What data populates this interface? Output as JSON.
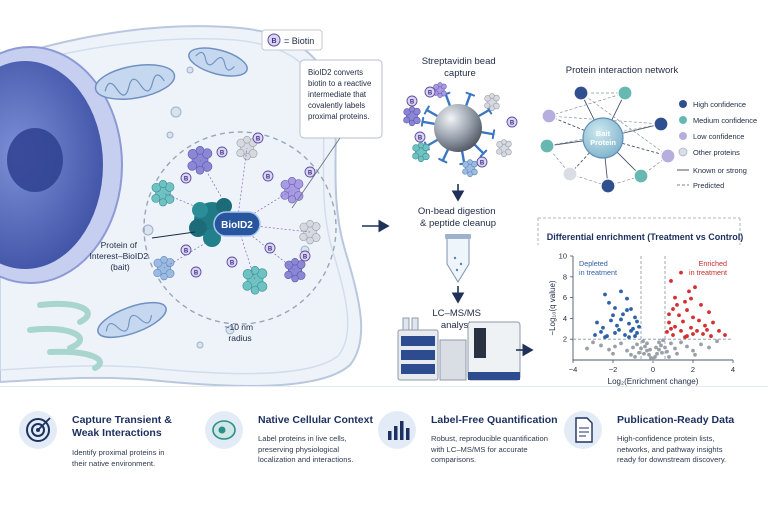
{
  "legend_biotin": {
    "badge": "B",
    "text": "= Biotin"
  },
  "callout": {
    "text": [
      "BioID2 converts",
      "biotin to a reactive",
      "intermediate that",
      "covalently labels",
      "proximal proteins."
    ]
  },
  "bioid2_label": "BioID2",
  "bait_label": [
    "Protein of",
    "Interest–BioID2",
    "(bait)"
  ],
  "radius_label": [
    "~10 nm",
    "radius"
  ],
  "capture_title": [
    "Streptavidin bead",
    "capture"
  ],
  "digestion_label": [
    "On-bead digestion",
    "& peptide cleanup"
  ],
  "ms_label": [
    "LC–MS/MS",
    "analysis"
  ],
  "network": {
    "title": "Protein interaction network",
    "bait": [
      "Bait",
      "Protein"
    ],
    "legend": [
      "High confidence",
      "Medium confidence",
      "Low confidence",
      "Other proteins",
      "Known or strong",
      "Predicted"
    ],
    "colors": {
      "high": "#2f4f8f",
      "medium": "#67b8b0",
      "low": "#b7aee0",
      "other": "#d9dde5"
    }
  },
  "chart_data": {
    "type": "scatter",
    "title": "Differential enrichment (Treatment vs Control)",
    "xlabel": "Log₂(Enrichment change)",
    "ylabel": "−Log₁₀(q value)",
    "xlim": [
      -4,
      4
    ],
    "ylim": [
      0,
      10
    ],
    "xticks": [
      -4,
      -2,
      0,
      2,
      4
    ],
    "yticks": [
      2,
      4,
      6,
      8,
      10
    ],
    "threshold_x": [
      -0.6,
      0.6
    ],
    "threshold_y": 2,
    "annotations": [
      {
        "text": [
          "Depleted",
          "in treatment"
        ],
        "color": "#2f5fa8"
      },
      {
        "text": [
          "Enriched",
          "in treatment"
        ],
        "color": "#c62b2b"
      }
    ],
    "series": [
      {
        "color": "#2f62a8",
        "points": [
          [
            -2.4,
            6.3
          ],
          [
            -2.2,
            5.5
          ],
          [
            -1.9,
            5.0
          ],
          [
            -1.6,
            6.6
          ],
          [
            -1.3,
            5.9
          ],
          [
            -1.1,
            4.9
          ],
          [
            -0.9,
            4.1
          ],
          [
            -2.8,
            3.6
          ],
          [
            -2.5,
            3.1
          ],
          [
            -2.1,
            3.8
          ],
          [
            -1.8,
            3.3
          ],
          [
            -1.5,
            4.4
          ],
          [
            -1.2,
            3.5
          ],
          [
            -1.0,
            3.0
          ],
          [
            -0.8,
            2.6
          ],
          [
            -2.9,
            2.4
          ],
          [
            -2.6,
            2.7
          ],
          [
            -2.3,
            2.3
          ],
          [
            -1.9,
            2.6
          ],
          [
            -1.7,
            2.9
          ],
          [
            -1.4,
            2.4
          ],
          [
            -1.1,
            2.8
          ],
          [
            -0.9,
            2.3
          ],
          [
            -0.7,
            3.2
          ],
          [
            -1.3,
            4.8
          ],
          [
            -1.6,
            3.9
          ],
          [
            -2.0,
            4.3
          ],
          [
            -0.8,
            3.7
          ],
          [
            -1.2,
            2.2
          ],
          [
            -2.4,
            2.2
          ]
        ]
      },
      {
        "color": "#d43030",
        "points": [
          [
            0.9,
            7.6
          ],
          [
            1.4,
            8.4
          ],
          [
            1.8,
            6.6
          ],
          [
            2.1,
            7.0
          ],
          [
            1.1,
            6.0
          ],
          [
            1.6,
            5.6
          ],
          [
            2.4,
            5.3
          ],
          [
            2.8,
            4.6
          ],
          [
            1.0,
            4.9
          ],
          [
            1.3,
            4.3
          ],
          [
            1.7,
            4.8
          ],
          [
            2.0,
            4.1
          ],
          [
            2.3,
            3.8
          ],
          [
            2.6,
            3.3
          ],
          [
            3.0,
            3.6
          ],
          [
            3.3,
            2.8
          ],
          [
            0.8,
            3.6
          ],
          [
            1.1,
            3.2
          ],
          [
            1.5,
            3.7
          ],
          [
            1.9,
            3.1
          ],
          [
            2.2,
            2.8
          ],
          [
            2.5,
            2.5
          ],
          [
            2.9,
            2.3
          ],
          [
            0.7,
            2.7
          ],
          [
            1.0,
            2.4
          ],
          [
            1.4,
            2.8
          ],
          [
            1.7,
            2.3
          ],
          [
            2.0,
            2.5
          ],
          [
            1.2,
            5.3
          ],
          [
            1.9,
            5.9
          ],
          [
            0.8,
            4.4
          ],
          [
            2.7,
            2.9
          ],
          [
            3.6,
            2.4
          ],
          [
            1.6,
            2.2
          ],
          [
            0.9,
            3.0
          ]
        ]
      },
      {
        "color": "#9aa0a8",
        "points": [
          [
            -0.5,
            1.8
          ],
          [
            -0.4,
            1.3
          ],
          [
            -0.3,
            0.9
          ],
          [
            -0.2,
            0.5
          ],
          [
            -0.1,
            0.2
          ],
          [
            0.0,
            0.1
          ],
          [
            0.1,
            0.3
          ],
          [
            0.2,
            0.6
          ],
          [
            0.3,
            1.0
          ],
          [
            0.4,
            1.4
          ],
          [
            0.5,
            1.9
          ],
          [
            -0.6,
            1.1
          ],
          [
            -0.7,
            0.7
          ],
          [
            -0.8,
            1.5
          ],
          [
            -1.0,
            1.2
          ],
          [
            -1.3,
            0.9
          ],
          [
            -1.6,
            1.6
          ],
          [
            -1.9,
            1.3
          ],
          [
            -2.2,
            1.0
          ],
          [
            -2.6,
            1.4
          ],
          [
            -3.0,
            1.7
          ],
          [
            -3.3,
            1.1
          ],
          [
            0.6,
            1.2
          ],
          [
            0.7,
            0.8
          ],
          [
            0.9,
            1.6
          ],
          [
            1.1,
            1.1
          ],
          [
            1.4,
            1.7
          ],
          [
            1.7,
            1.3
          ],
          [
            2.0,
            0.9
          ],
          [
            2.4,
            1.5
          ],
          [
            2.8,
            1.2
          ],
          [
            3.2,
            1.8
          ],
          [
            -0.3,
            1.6
          ],
          [
            0.3,
            1.7
          ],
          [
            -0.15,
            1.0
          ],
          [
            0.15,
            1.2
          ],
          [
            -0.45,
            0.6
          ],
          [
            0.45,
            0.7
          ],
          [
            -1.1,
            0.5
          ],
          [
            1.2,
            0.6
          ],
          [
            -0.9,
            0.3
          ],
          [
            0.8,
            0.3
          ],
          [
            -2.0,
            0.6
          ],
          [
            2.1,
            0.5
          ]
        ]
      }
    ]
  },
  "features": [
    {
      "title": [
        "Capture Transient &",
        "Weak Interactions"
      ],
      "desc": [
        "Identify proximal proteins in",
        "their native environment."
      ]
    },
    {
      "title": [
        "Native Cellular Context"
      ],
      "desc": [
        "Label proteins in live cells,",
        "preserving physiological",
        "localization and interactions."
      ]
    },
    {
      "title": [
        "Label-Free Quantification"
      ],
      "desc": [
        "Robust, reproducible quantification",
        "with LC–MS/MS for accurate",
        "comparisons."
      ]
    },
    {
      "title": [
        "Publication-Ready Data"
      ],
      "desc": [
        "High-confidence protein lists,",
        "networks, and pathway insights",
        "ready for downstream discovery."
      ]
    }
  ]
}
